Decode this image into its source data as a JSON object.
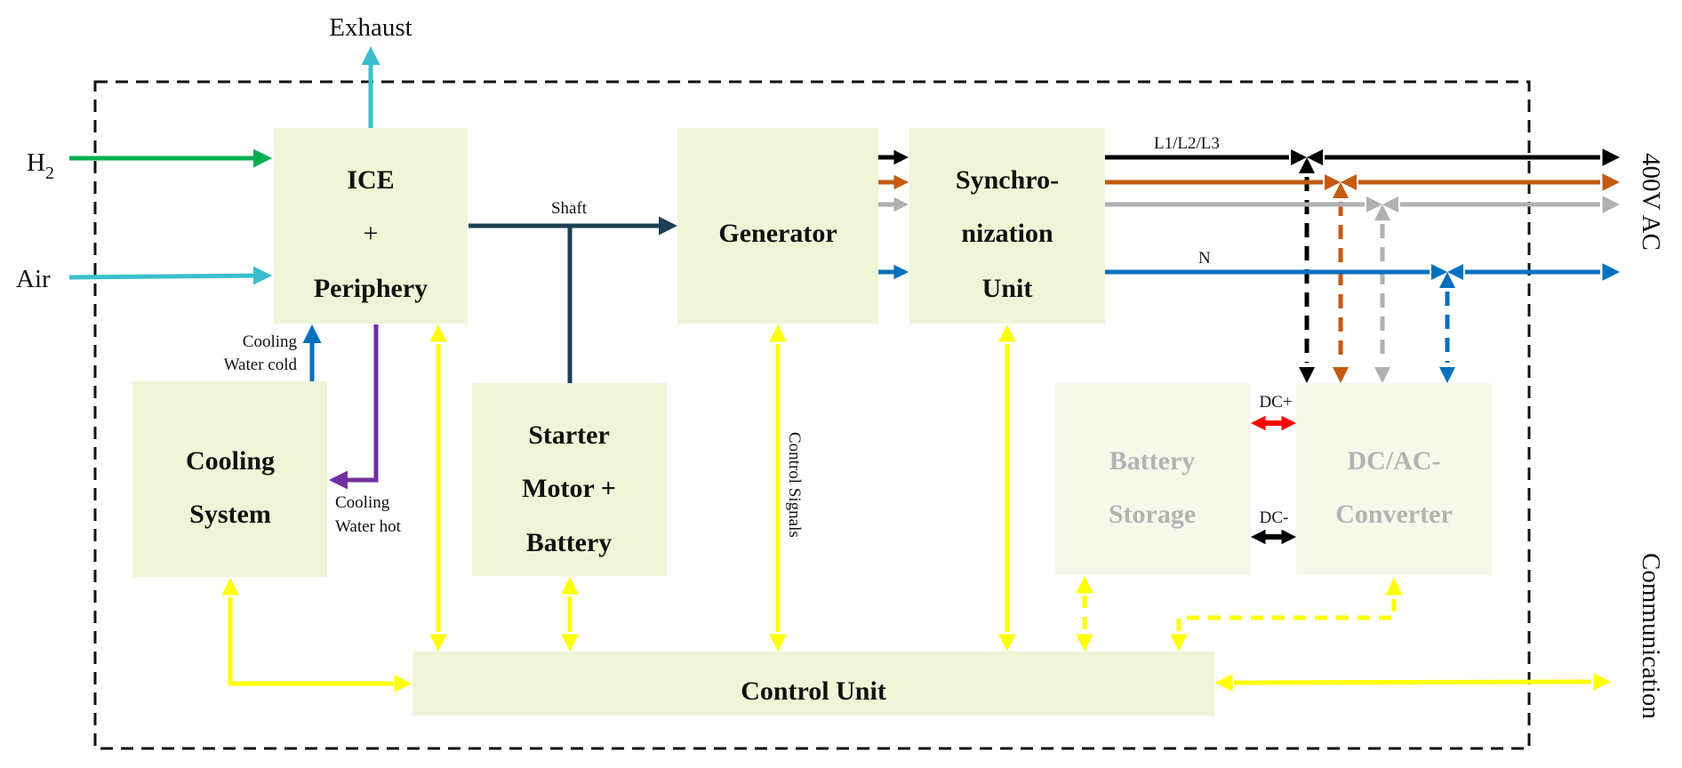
{
  "diagram": {
    "title": "Hydrogen ICE genset system block diagram",
    "colors": {
      "block_fill": "#eff5d6",
      "block_fill_faded": "#f6f9ea",
      "text_dark": "#111111",
      "text_faded": "#b3b3b3",
      "h2": "#00b050",
      "air_exhaust": "#3bbfce",
      "shaft": "#1c4055",
      "cooling_cold": "#0070c0",
      "cooling_hot": "#7030a0",
      "control": "#ffff00",
      "L1": "#000000",
      "L2": "#c55a11",
      "L3": "#b0b0b0",
      "N": "#0070c0",
      "dc_plus": "#ff0000",
      "dc_minus": "#000000",
      "boundary": "#000000"
    },
    "blocks": [
      {
        "id": "ice",
        "lines": [
          "ICE",
          "+",
          "Periphery"
        ],
        "faded": false
      },
      {
        "id": "generator",
        "lines": [
          "Generator"
        ],
        "faded": false
      },
      {
        "id": "sync",
        "lines": [
          "Synchro-",
          "nization",
          "Unit"
        ],
        "faded": false
      },
      {
        "id": "cooling",
        "lines": [
          "Cooling",
          "System"
        ],
        "faded": false
      },
      {
        "id": "starter",
        "lines": [
          "Starter",
          "Motor +",
          "Battery"
        ],
        "faded": false
      },
      {
        "id": "battery",
        "lines": [
          "Battery",
          "Storage"
        ],
        "faded": true
      },
      {
        "id": "converter",
        "lines": [
          "DC/AC-",
          "Converter"
        ],
        "faded": true
      },
      {
        "id": "control",
        "lines": [
          "Control Unit"
        ],
        "faded": false
      }
    ],
    "labels": {
      "exhaust": "Exhaust",
      "h2_main": "H",
      "h2_sub": "2",
      "air": "Air",
      "shaft": "Shaft",
      "cooling_cold_1": "Cooling",
      "cooling_cold_2": "Water cold",
      "cooling_hot_1": "Cooling",
      "cooling_hot_2": "Water hot",
      "control_signals": "Control Signals",
      "phases": "L1/L2/L3",
      "neutral": "N",
      "ac_output": "400V AC",
      "communication": "Communication",
      "dc_plus": "DC+",
      "dc_minus": "DC-"
    }
  }
}
